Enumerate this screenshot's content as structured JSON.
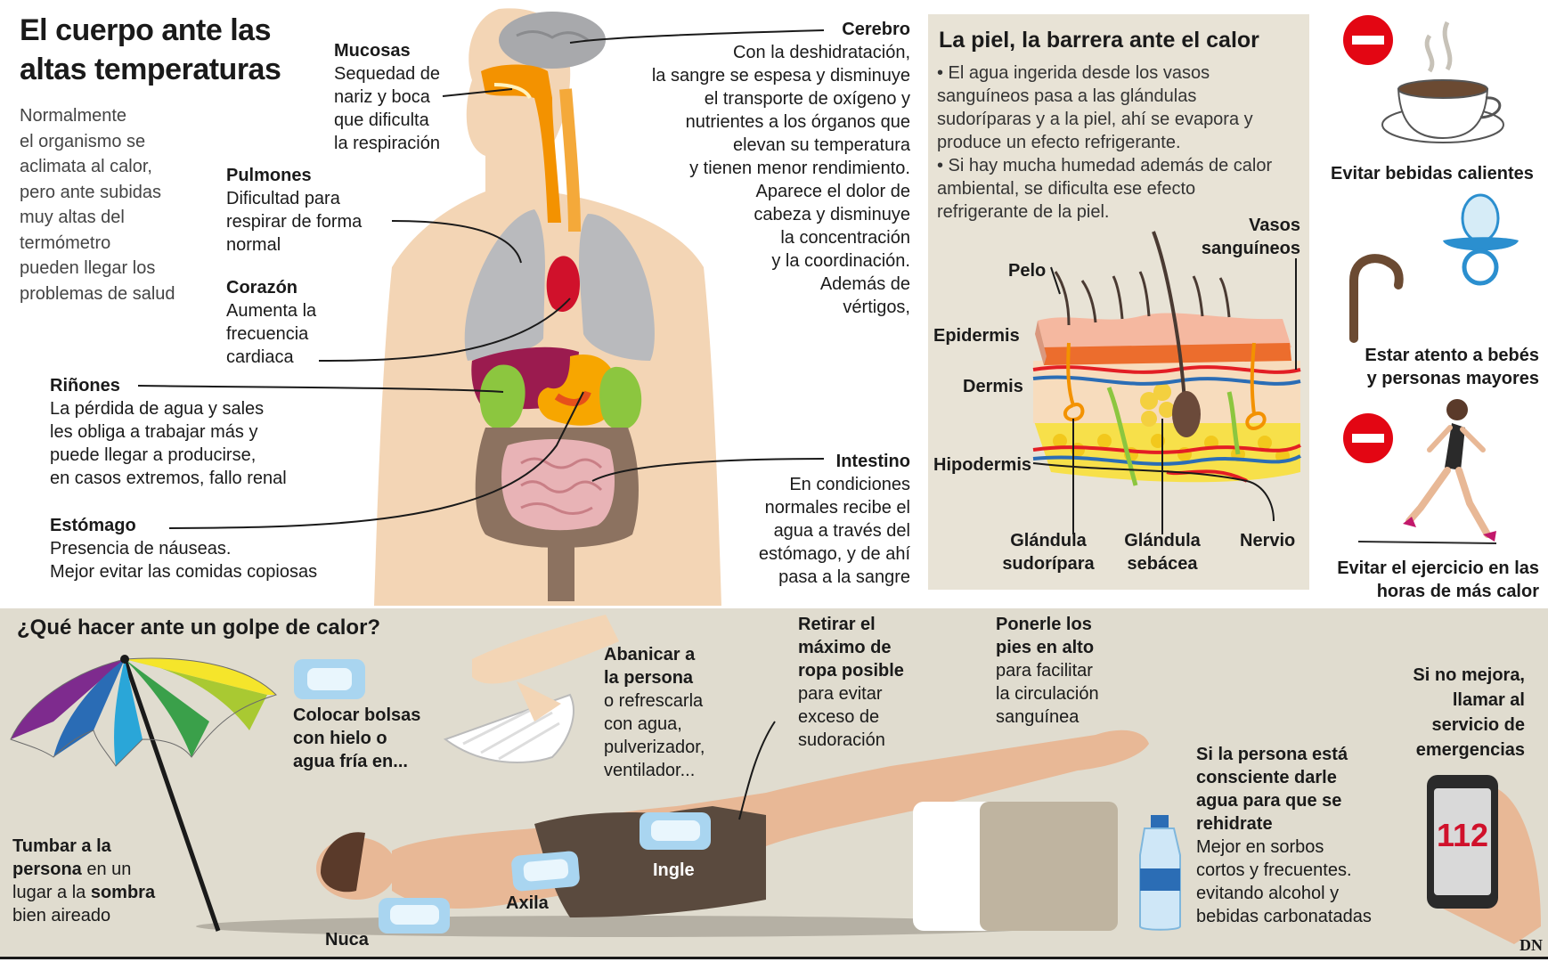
{
  "header": {
    "title_lines": [
      "El cuerpo ante las",
      "altas temperaturas"
    ],
    "intro_lines": [
      "Normalmente",
      "el organismo se",
      "aclimata al calor,",
      "pero ante subidas",
      "muy altas del",
      "termómetro",
      "pueden llegar los",
      "problemas de salud"
    ]
  },
  "organs": {
    "mucosas": {
      "label": "Mucosas",
      "lines": [
        "Sequedad de",
        "nariz y boca",
        "que dificulta",
        "la respiración"
      ]
    },
    "pulmones": {
      "label": "Pulmones",
      "lines": [
        "Dificultad para",
        "respirar de forma",
        "normal"
      ]
    },
    "corazon": {
      "label": "Corazón",
      "lines": [
        "Aumenta la",
        "frecuencia",
        "cardiaca"
      ]
    },
    "rinones": {
      "label": "Riñones",
      "lines": [
        "La pérdida de agua y sales",
        "les obliga a trabajar más y",
        "puede llegar a producirse,",
        "en casos extremos, fallo renal"
      ]
    },
    "estomago": {
      "label": "Estómago",
      "lines": [
        "Presencia de náuseas.",
        "Mejor evitar las comidas copiosas"
      ]
    },
    "cerebro": {
      "label": "Cerebro",
      "lines": [
        "Con la deshidratación,",
        "la sangre se espesa y disminuye",
        "el transporte de oxígeno y",
        "nutrientes a los órganos que",
        "elevan su temperatura",
        "y tienen menor rendimiento.",
        "Aparece el dolor de",
        "cabeza y disminuye",
        "la concentración",
        "y la coordinación.",
        "Además de",
        "vértigos,"
      ]
    },
    "intestino": {
      "label": "Intestino",
      "lines": [
        "En condiciones",
        "normales recibe el",
        "agua a través del",
        "estómago, y de ahí",
        "pasa a la sangre"
      ]
    }
  },
  "skin": {
    "title": "La piel, la barrera ante el  calor",
    "lines": [
      "• El agua ingerida desde los vasos",
      "sanguíneos pasa a las glándulas",
      "sudoríparas y a la piel, ahí se evapora y",
      "produce un efecto refrigerante.",
      "• Si hay mucha humedad además de calor",
      "ambiental, se dificulta ese efecto",
      "refrigerante de la piel."
    ],
    "labels": {
      "pelo": "Pelo",
      "vasos": [
        "Vasos",
        "sanguíneos"
      ],
      "epidermis": "Epidermis",
      "dermis": "Dermis",
      "hipodermis": "Hipodermis",
      "sudoripara": [
        "Glándula",
        "sudorípara"
      ],
      "sebacea": [
        "Glándula",
        "sebácea"
      ],
      "nervio": "Nervio"
    }
  },
  "tips": {
    "bebidas": [
      "Evitar bebidas calientes"
    ],
    "bebes": [
      "Estar atento a bebés",
      "y personas mayores"
    ],
    "ejercicio": [
      "Evitar el ejercicio en las",
      "horas de más calor"
    ]
  },
  "golpe": {
    "title": "¿Qué hacer ante un golpe de calor?",
    "tumbar": {
      "bold1": "Tumbar a la",
      "bold2": "persona",
      "rest2": " en un",
      "line3a": "lugar a la ",
      "line3b": "sombra",
      "line4": "bien aireado"
    },
    "hielo": [
      "Colocar bolsas",
      "con hielo o",
      "agua fría en..."
    ],
    "abanicar": {
      "bold": [
        "Abanicar a",
        "la persona"
      ],
      "lines": [
        "o refrescarla",
        "con agua,",
        "pulverizador,",
        "ventilador..."
      ]
    },
    "ropa": {
      "bold": [
        "Retirar el",
        "máximo de",
        "ropa posible"
      ],
      "lines": [
        "para evitar",
        "exceso de",
        "sudoración"
      ]
    },
    "pies": {
      "bold": [
        "Ponerle los",
        "pies en alto"
      ],
      "lines": [
        "para facilitar",
        "la circulación",
        "sanguínea"
      ]
    },
    "agua": {
      "bold": [
        "Si la persona está",
        "consciente darle",
        "agua para que se",
        "rehidrate"
      ],
      "lines": [
        "Mejor en sorbos",
        "cortos y frecuentes.",
        "evitando alcohol y",
        "bebidas carbonatadas"
      ]
    },
    "emergencias": [
      "Si no mejora,",
      "llamar al",
      "servicio de",
      "emergencias"
    ],
    "phone_number": "112",
    "body_labels": {
      "nuca": "Nuca",
      "axila": "Axila",
      "ingle": "Ingle"
    }
  },
  "credit": "DN",
  "colors": {
    "skin": "#f3d5b5",
    "panel": "#e8e3d6",
    "bottom": "#e0dccf",
    "stop": "#e30613",
    "lung": "#b9babd",
    "kidney": "#8cc63f",
    "airway": "#f39200"
  }
}
